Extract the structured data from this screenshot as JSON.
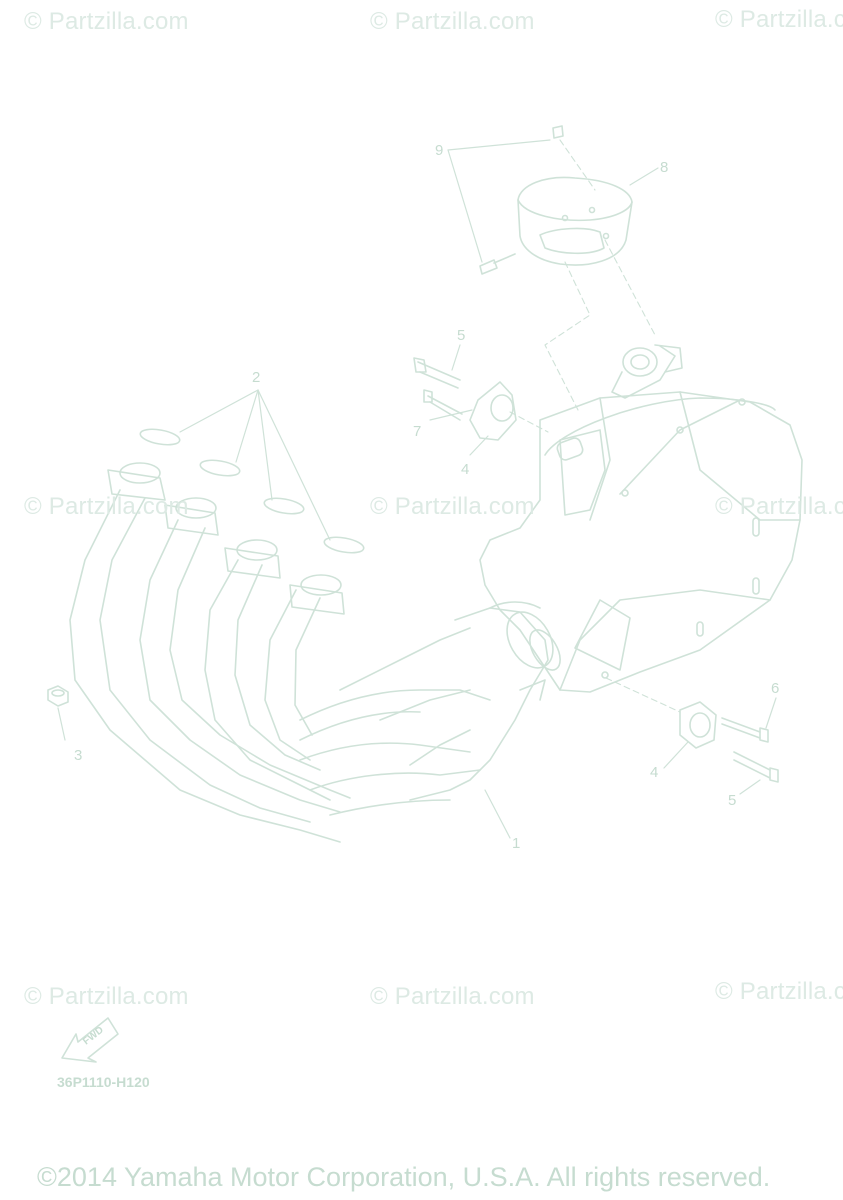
{
  "watermarks": [
    "© Partzilla.com",
    "© Partzilla.com",
    "© Partzilla.com",
    "© Partzilla.com",
    "© Partzilla.com",
    "© Partzilla.com",
    "© Partzilla.com",
    "© Partzilla.com",
    "© Partzilla.com"
  ],
  "callouts": [
    "1",
    "2",
    "3",
    "4",
    "4",
    "5",
    "5",
    "6",
    "7",
    "8",
    "9"
  ],
  "fwd_label": "FWD",
  "diagram_code": "36P1110-H120",
  "copyright": "©2014 Yamaha Motor Corporation, U.S.A. All rights reserved.",
  "colors": {
    "line": "#cfe2d8",
    "text": "#c6dcd0",
    "watermark": "#ddeae4",
    "background": "#ffffff"
  }
}
